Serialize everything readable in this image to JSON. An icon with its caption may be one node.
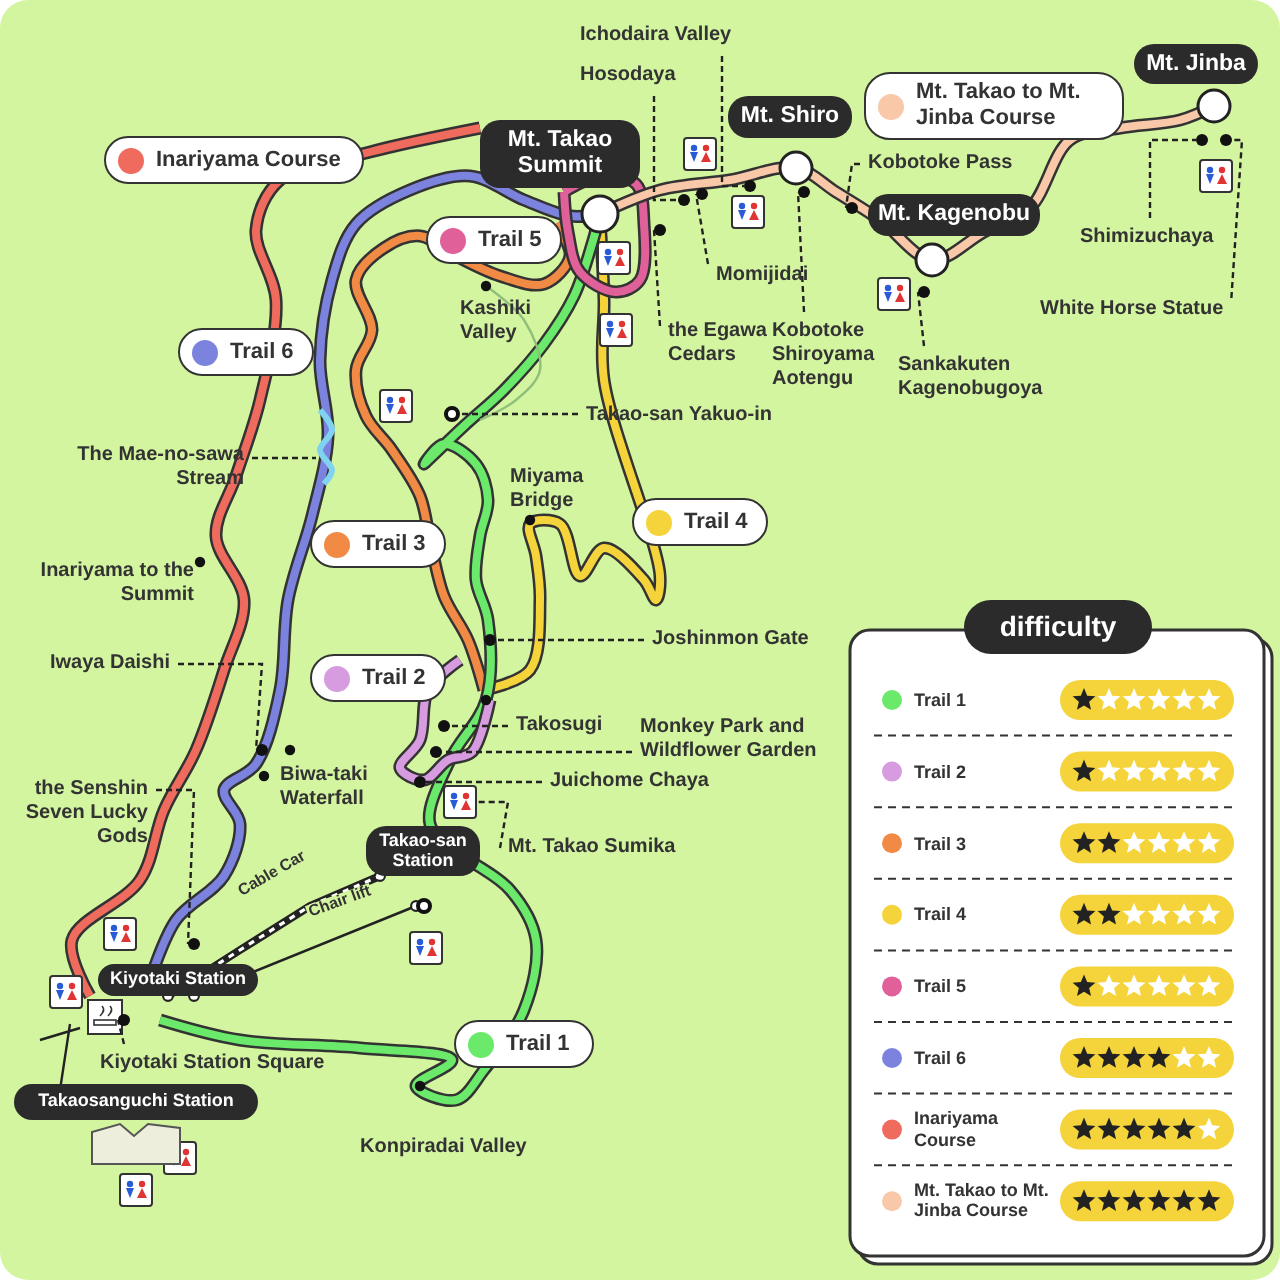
{
  "diagram": {
    "nodes": [
      {
        "text": [
          "Ichodaira Valley"
        ]
      },
      {
        "text": [
          "Mt. Jinba"
        ]
      },
      {
        "text": [
          "Hosodaya"
        ]
      },
      {
        "text": [
          "Mt. Takao to Mt. Jinba Course"
        ]
      },
      {
        "text": [
          "Mt. Shiro"
        ]
      },
      {
        "text": [
          "Mt. Takao Summit"
        ]
      },
      {
        "text": [
          "Inariyama Course"
        ]
      },
      {
        "text": [
          "Kobotoke Pass"
        ]
      },
      {
        "text": [
          "Mt. Kagenobu"
        ]
      },
      {
        "text": [
          "Trail 5"
        ]
      },
      {
        "text": [
          "Shimizuchaya"
        ]
      },
      {
        "text": [
          "Momijidai"
        ]
      },
      {
        "text": [
          "White Horse Statue"
        ]
      },
      {
        "text": [
          "the Egawa Cedars"
        ]
      },
      {
        "text": [
          "Kobotoke Shiroyama Aotengu"
        ]
      },
      {
        "text": [
          "Trail 6"
        ]
      },
      {
        "text": [
          "Sankakuten Kagenobugoya"
        ]
      },
      {
        "text": [
          "Takao-san Yakuo-in"
        ]
      },
      {
        "text": [
          "The Mae-no-sawa Stream"
        ]
      },
      {
        "text": [
          "Trail 4"
        ]
      },
      {
        "text": [
          "Trail 3"
        ]
      },
      {
        "text": [
          "Joshinmon Gate"
        ]
      },
      {
        "text": [
          "Iwaya Daishi"
        ]
      },
      {
        "text": [
          "Trail 2"
        ]
      },
      {
        "text": [
          "Takosugi"
        ]
      },
      {
        "text": [
          "Monkey Park and Wildflower Garden"
        ]
      },
      {
        "text": [
          "Juichome Chaya"
        ]
      },
      {
        "text": [
          "the Senshin Seven Lucky Gods"
        ]
      },
      {
        "text": [
          "Takao-san Station"
        ]
      },
      {
        "text": [
          "Mt. Takao Sumika"
        ]
      },
      {
        "text": [
          "Kiyotaki Station"
        ]
      },
      {
        "text": [
          "Trail 1"
        ]
      },
      {
        "text": [
          "Kiyotaki Station Square"
        ]
      },
      {
        "text": [
          "Takaosanguchi Station"
        ]
      },
      {
        "text": [],
        "shape": "circle"
      },
      {
        "text": [],
        "shape": "circle"
      },
      {
        "text": [],
        "shape": "circle"
      },
      {
        "text": [],
        "shape": "circle"
      },
      {
        "text": [],
        "shape": "circle"
      },
      {
        "text": [],
        "shape": "circle"
      },
      {
        "text": [],
        "shape": "circle"
      },
      {
        "text": [],
        "shape": "circle"
      },
      {
        "text": [],
        "shape": "circle"
      },
      {
        "text": [],
        "shape": "circle"
      },
      {
        "text": [],
        "shape": "circle"
      },
      {
        "text": [],
        "shape": "circle"
      },
      {
        "text": [],
        "shape": "circle"
      },
      {
        "text": [],
        "shape": "circle"
      },
      {
        "text": [],
        "shape": "circle"
      },
      {
        "text": [],
        "shape": "picture"
      },
      {
        "text": [],
        "shape": "circle"
      },
      {
        "text": [],
        "shape": "circle"
      },
      {
        "text": [],
        "shape": "circle"
      }
    ],
    "edges": [
      {
        "from": 0,
        "to": 34,
        "arrow": "none",
        "style": "dashed"
      },
      {
        "from": 2,
        "to": 35,
        "arrow": "none",
        "style": "dashed"
      },
      {
        "from": 11,
        "to": 36,
        "arrow": "none",
        "style": "dashed"
      },
      {
        "from": 13,
        "to": 37,
        "arrow": "none",
        "style": "dashed"
      },
      {
        "from": 14,
        "to": 38,
        "arrow": "none",
        "style": "dashed"
      },
      {
        "from": 7,
        "to": 39,
        "arrow": "none",
        "style": "dashed"
      },
      {
        "from": 16,
        "to": 40,
        "arrow": "none",
        "style": "dashed"
      },
      {
        "from": 10,
        "to": 41,
        "arrow": "none",
        "style": "dashed"
      },
      {
        "from": 12,
        "to": 42,
        "arrow": "none",
        "style": "dashed"
      },
      {
        "from": 17,
        "to": 43,
        "arrow": "none",
        "style": "dashed"
      },
      {
        "from": 18,
        "to": null,
        "arrow": "none",
        "style": "dashed"
      },
      {
        "from": 21,
        "to": 44,
        "arrow": "none",
        "style": "dashed"
      },
      {
        "from": 22,
        "to": 45,
        "arrow": "none",
        "style": "dashed"
      },
      {
        "from": 24,
        "to": 46,
        "arrow": "none",
        "style": "dashed"
      },
      {
        "from": 25,
        "to": 47,
        "arrow": "none",
        "style": "dashed"
      },
      {
        "from": 26,
        "to": 48,
        "arrow": "none",
        "style": "dashed"
      },
      {
        "from": 29,
        "to": 49,
        "arrow": "none",
        "style": "dashed"
      },
      {
        "from": 27,
        "to": 50,
        "arrow": "none",
        "style": "dashed"
      },
      {
        "from": 32,
        "to": 51,
        "arrow": "none",
        "style": "dashed"
      },
      {
        "from": 30,
        "to": 28,
        "arrow": "other",
        "label": "Cable Car",
        "style": "thick"
      },
      {
        "from": 30,
        "to": 52,
        "arrow": "other",
        "label": "Chair lift"
      }
    ],
    "labels": [
      "Kashiki Valley",
      "Miyama Bridge",
      "Inariyama to the Summit",
      "Biwa-taki Waterfall",
      "Konpiradai Valley",
      "difficulty"
    ],
    "legend": [
      {
        "text": "Trail 1",
        "color": "#6be96b"
      },
      {
        "text": "Trail 2",
        "color": "#d79be0"
      },
      {
        "text": "Trail 3",
        "color": "#f08a45"
      },
      {
        "text": "Trail 4",
        "color": "#f5d33a"
      },
      {
        "text": "Trail 5",
        "color": "#e0609a"
      },
      {
        "text": "Trail 6",
        "color": "#7b83de"
      },
      {
        "text": "Inariyama Course",
        "color": "#ee6b5d"
      },
      {
        "text": "Mt. Takao to Mt. Jinba Course",
        "color": "#f9c8a8"
      }
    ]
  }
}
